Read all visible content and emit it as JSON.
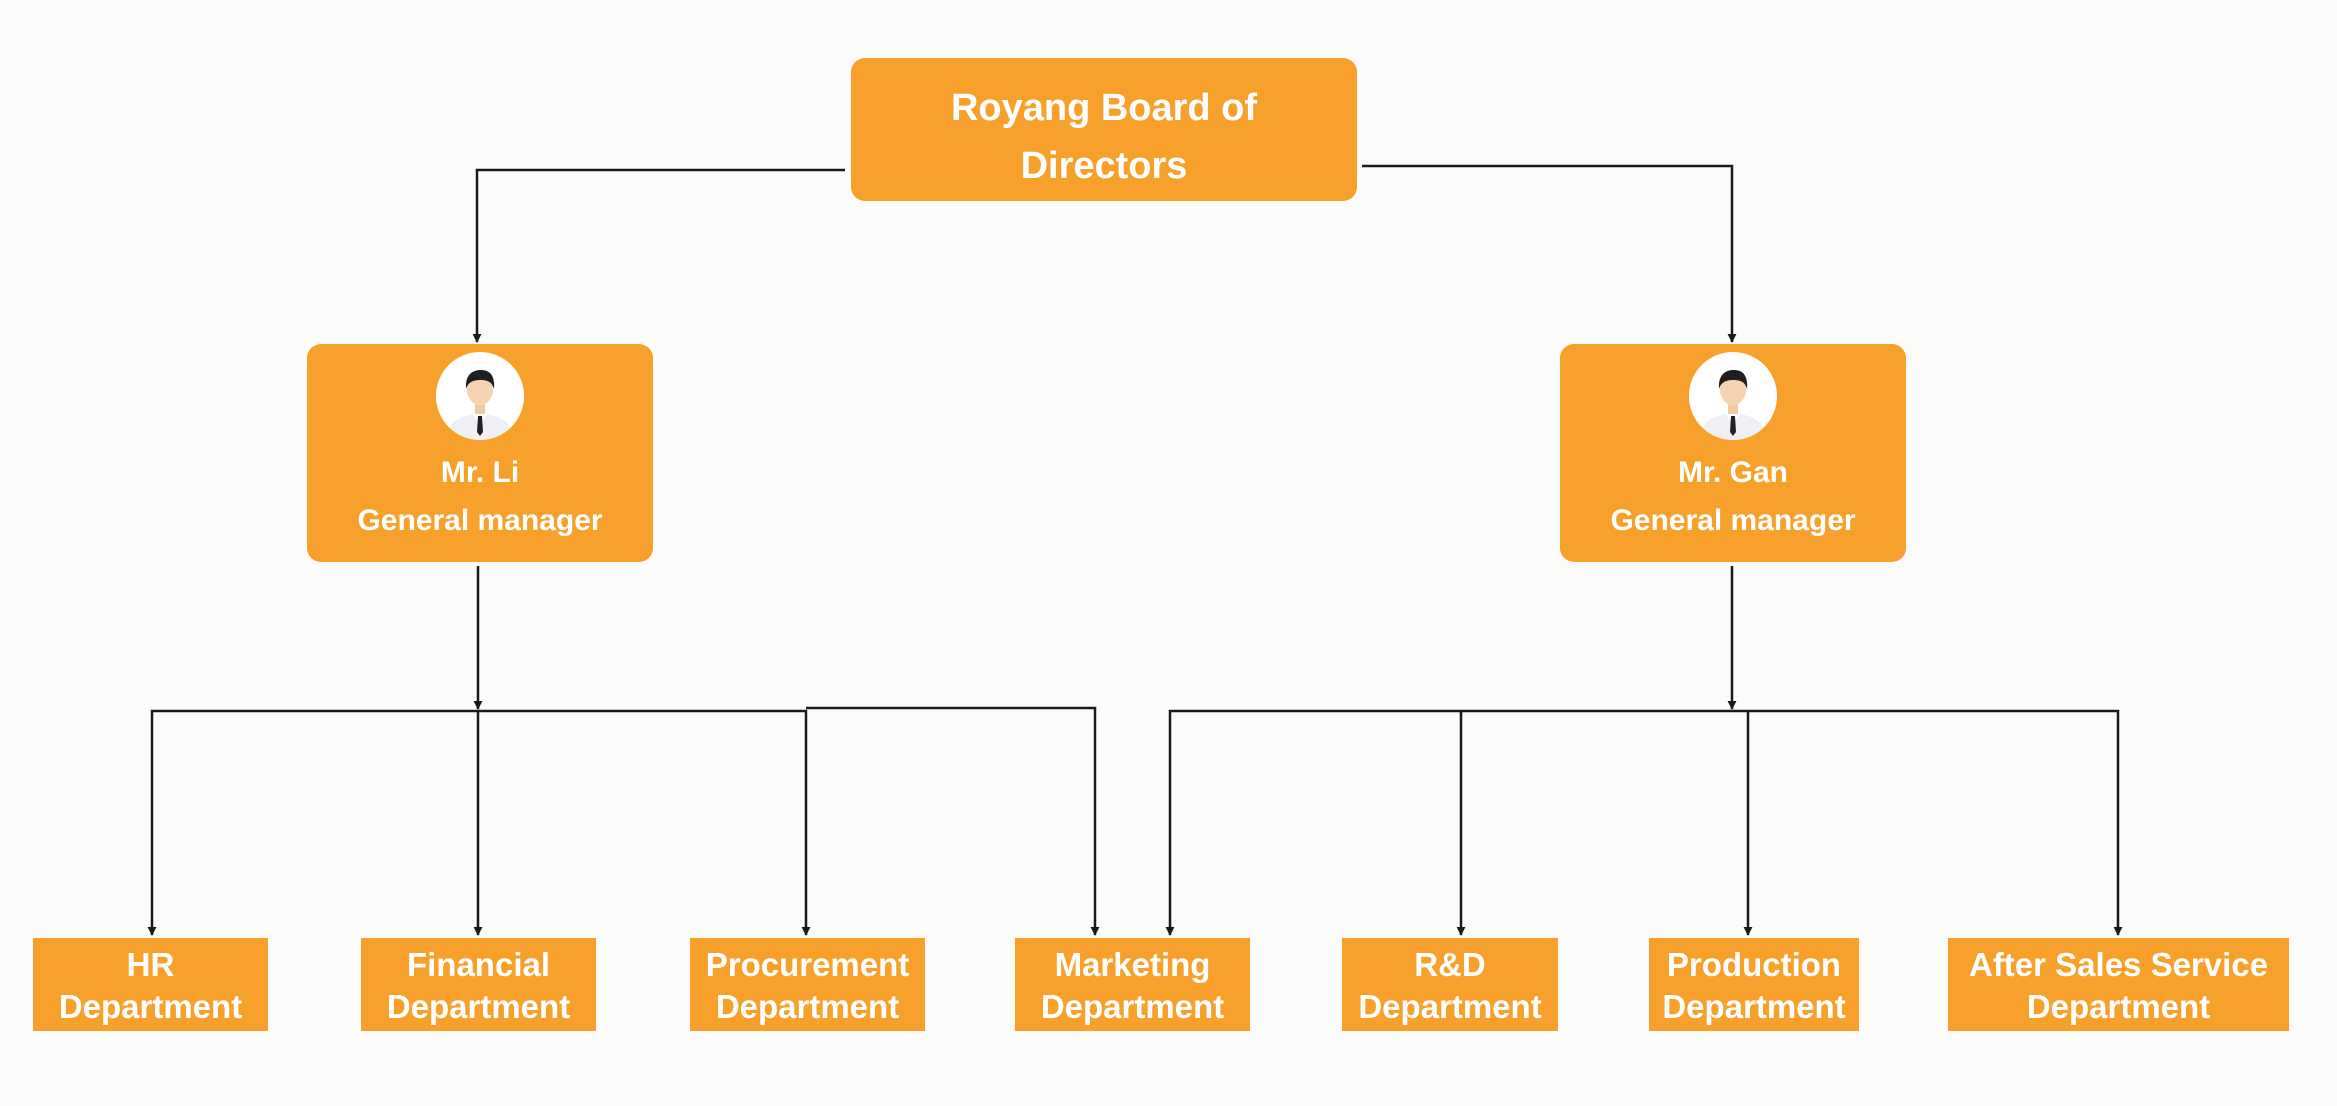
{
  "board": {
    "label": "Royang Board of Directors"
  },
  "managers": [
    {
      "name": "Mr. Li",
      "role": "General manager"
    },
    {
      "name": "Mr. Gan",
      "role": "General manager"
    }
  ],
  "departments": [
    {
      "label": "HR Department",
      "reports_to": "Mr. Li"
    },
    {
      "label": "Financial Department",
      "reports_to": "Mr. Li"
    },
    {
      "label": "Procurement Department",
      "reports_to": "Mr. Li"
    },
    {
      "label": "Marketing Department",
      "reports_to": "Mr. Li, Mr. Gan"
    },
    {
      "label": "R&D Department",
      "reports_to": "Mr. Gan"
    },
    {
      "label": "Production Department",
      "reports_to": "Mr. Gan"
    },
    {
      "label": "After Sales Service Department",
      "reports_to": "Mr. Gan"
    }
  ],
  "icons": {
    "manager_avatar": "businessman-avatar-icon"
  },
  "colors": {
    "box_fill": "#f7a12c",
    "box_text": "#ffffff",
    "connector": "#1a1a1a",
    "background": "#fbfbf9"
  }
}
